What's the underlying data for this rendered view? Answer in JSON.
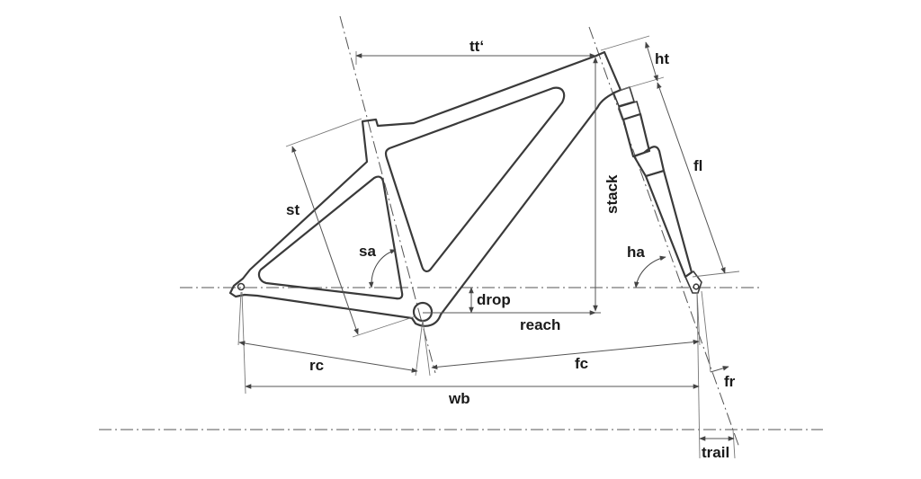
{
  "labels": {
    "top_tube": "tt‘",
    "head_tube": "ht",
    "fork_length": "fl",
    "seat_tube": "st",
    "stack": "stack",
    "seat_angle": "sa",
    "head_angle": "ha",
    "drop": "drop",
    "reach": "reach",
    "rear_center": "rc",
    "front_center": "fc",
    "fork_rake": "fr",
    "wheelbase": "wb",
    "trail": "trail"
  }
}
